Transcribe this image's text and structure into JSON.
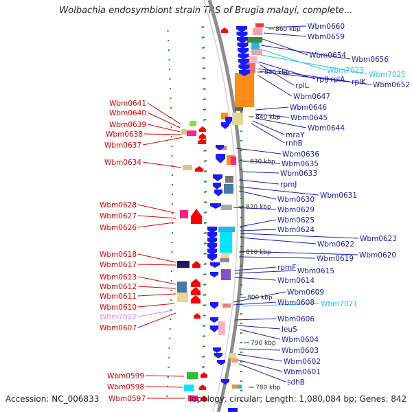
{
  "header": {
    "title": "Wolbachia endosymbiont strain TRS of Brugia malayi, complete..."
  },
  "footer": {
    "accession": "Accession: NC_006833",
    "summary": "Topology: circular; Length: 1,080,084 bp; Genes: 842"
  },
  "colors": {
    "label_left": "#dd0000",
    "label_right": "#1a1aaa",
    "label_rna": "#29c2e6",
    "label_rna_left": "#ee88ee",
    "strand_plus": "#ff0000",
    "strand_minus": "#1a1aff",
    "genome_line": "#8c8c8c",
    "tick_green": "#228b22"
  },
  "scale_marks": [
    "860 kbp",
    "850 kbp",
    "840 kbp",
    "830 kbp",
    "820 kbp",
    "810 kbp",
    "800 kbp",
    "790 kbp",
    "780 kbp"
  ],
  "genes_left": [
    "Wbm0641",
    "Wbm0640",
    "Wbm0639",
    "Wbm0638",
    "Wbm0637",
    "Wbm0634",
    "Wbm0628",
    "Wbm0627",
    "Wbm0626",
    "Wbm0618",
    "Wbm0617",
    "Wbm0613",
    "Wbm0612",
    "Wbm0611",
    "Wbm0610",
    "Wbm7022",
    "Wbm0607",
    "Wbm0599",
    "Wbm0598",
    "Wbm0597"
  ],
  "genes_right": [
    "Wbm0660",
    "Wbm0659",
    "Wbm0654",
    "Wbm0656",
    "Wbm7023",
    "Wbm7025",
    "rplL",
    "rplJ-rplA",
    "rplK",
    "Wbm0652",
    "Wbm0647",
    "Wbm0646",
    "Wbm0645",
    "Wbm0644",
    "mraY",
    "rnhB",
    "Wbm0636",
    "Wbm0635",
    "Wbm0633",
    "rpmJ",
    "Wbm0631",
    "Wbm0630",
    "Wbm0629",
    "Wbm0625",
    "Wbm0624",
    "Wbm0623",
    "Wbm0622",
    "Wbm0620",
    "Wbm0619",
    "rpmF",
    "Wbm0615",
    "Wbm0614",
    "Wbm0609",
    "Wbm0608",
    "Wbm7021",
    "Wbm0606",
    "leuS",
    "Wbm0604",
    "Wbm0603",
    "Wbm0602",
    "Wbm0601",
    "sdhB"
  ]
}
